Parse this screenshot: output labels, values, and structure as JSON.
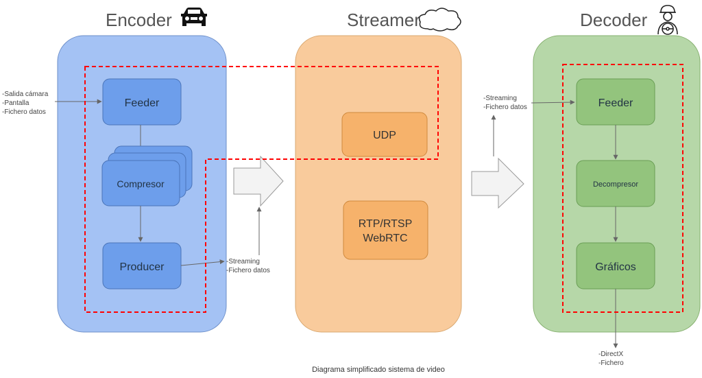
{
  "encoder": {
    "title": "Encoder",
    "icon": "car-icon",
    "feeder": "Feeder",
    "compresor": "Compresor",
    "producer": "Producer",
    "inputs": [
      "-Salida cámara",
      "-Pantalla",
      "-Fichero datos"
    ],
    "outputs": [
      "-Streaming",
      "-Fichero datos"
    ]
  },
  "streamer": {
    "title": "Streamer",
    "icon": "cloud-icon",
    "udp": "UDP",
    "rtp_line1": "RTP/RTSP",
    "rtp_line2": "WebRTC"
  },
  "decoder": {
    "title": "Decoder",
    "icon": "driver-icon",
    "inputs": [
      "-Streaming",
      "-Fichero datos"
    ],
    "feeder": "Feeder",
    "decompresor": "Decompresor",
    "graficos": "Gráficos",
    "outputs": [
      "-DirectX",
      "-Fichero"
    ]
  },
  "caption": "Diagrama simplificado sistema de video",
  "colors": {
    "encoder_panel": "#a4c2f4",
    "encoder_box": "#6d9eeb",
    "streamer_panel": "#f9cb9c",
    "streamer_box": "#f6b26b",
    "decoder_panel": "#b6d7a8",
    "decoder_box": "#93c47d",
    "dashed": "#ff0000"
  }
}
